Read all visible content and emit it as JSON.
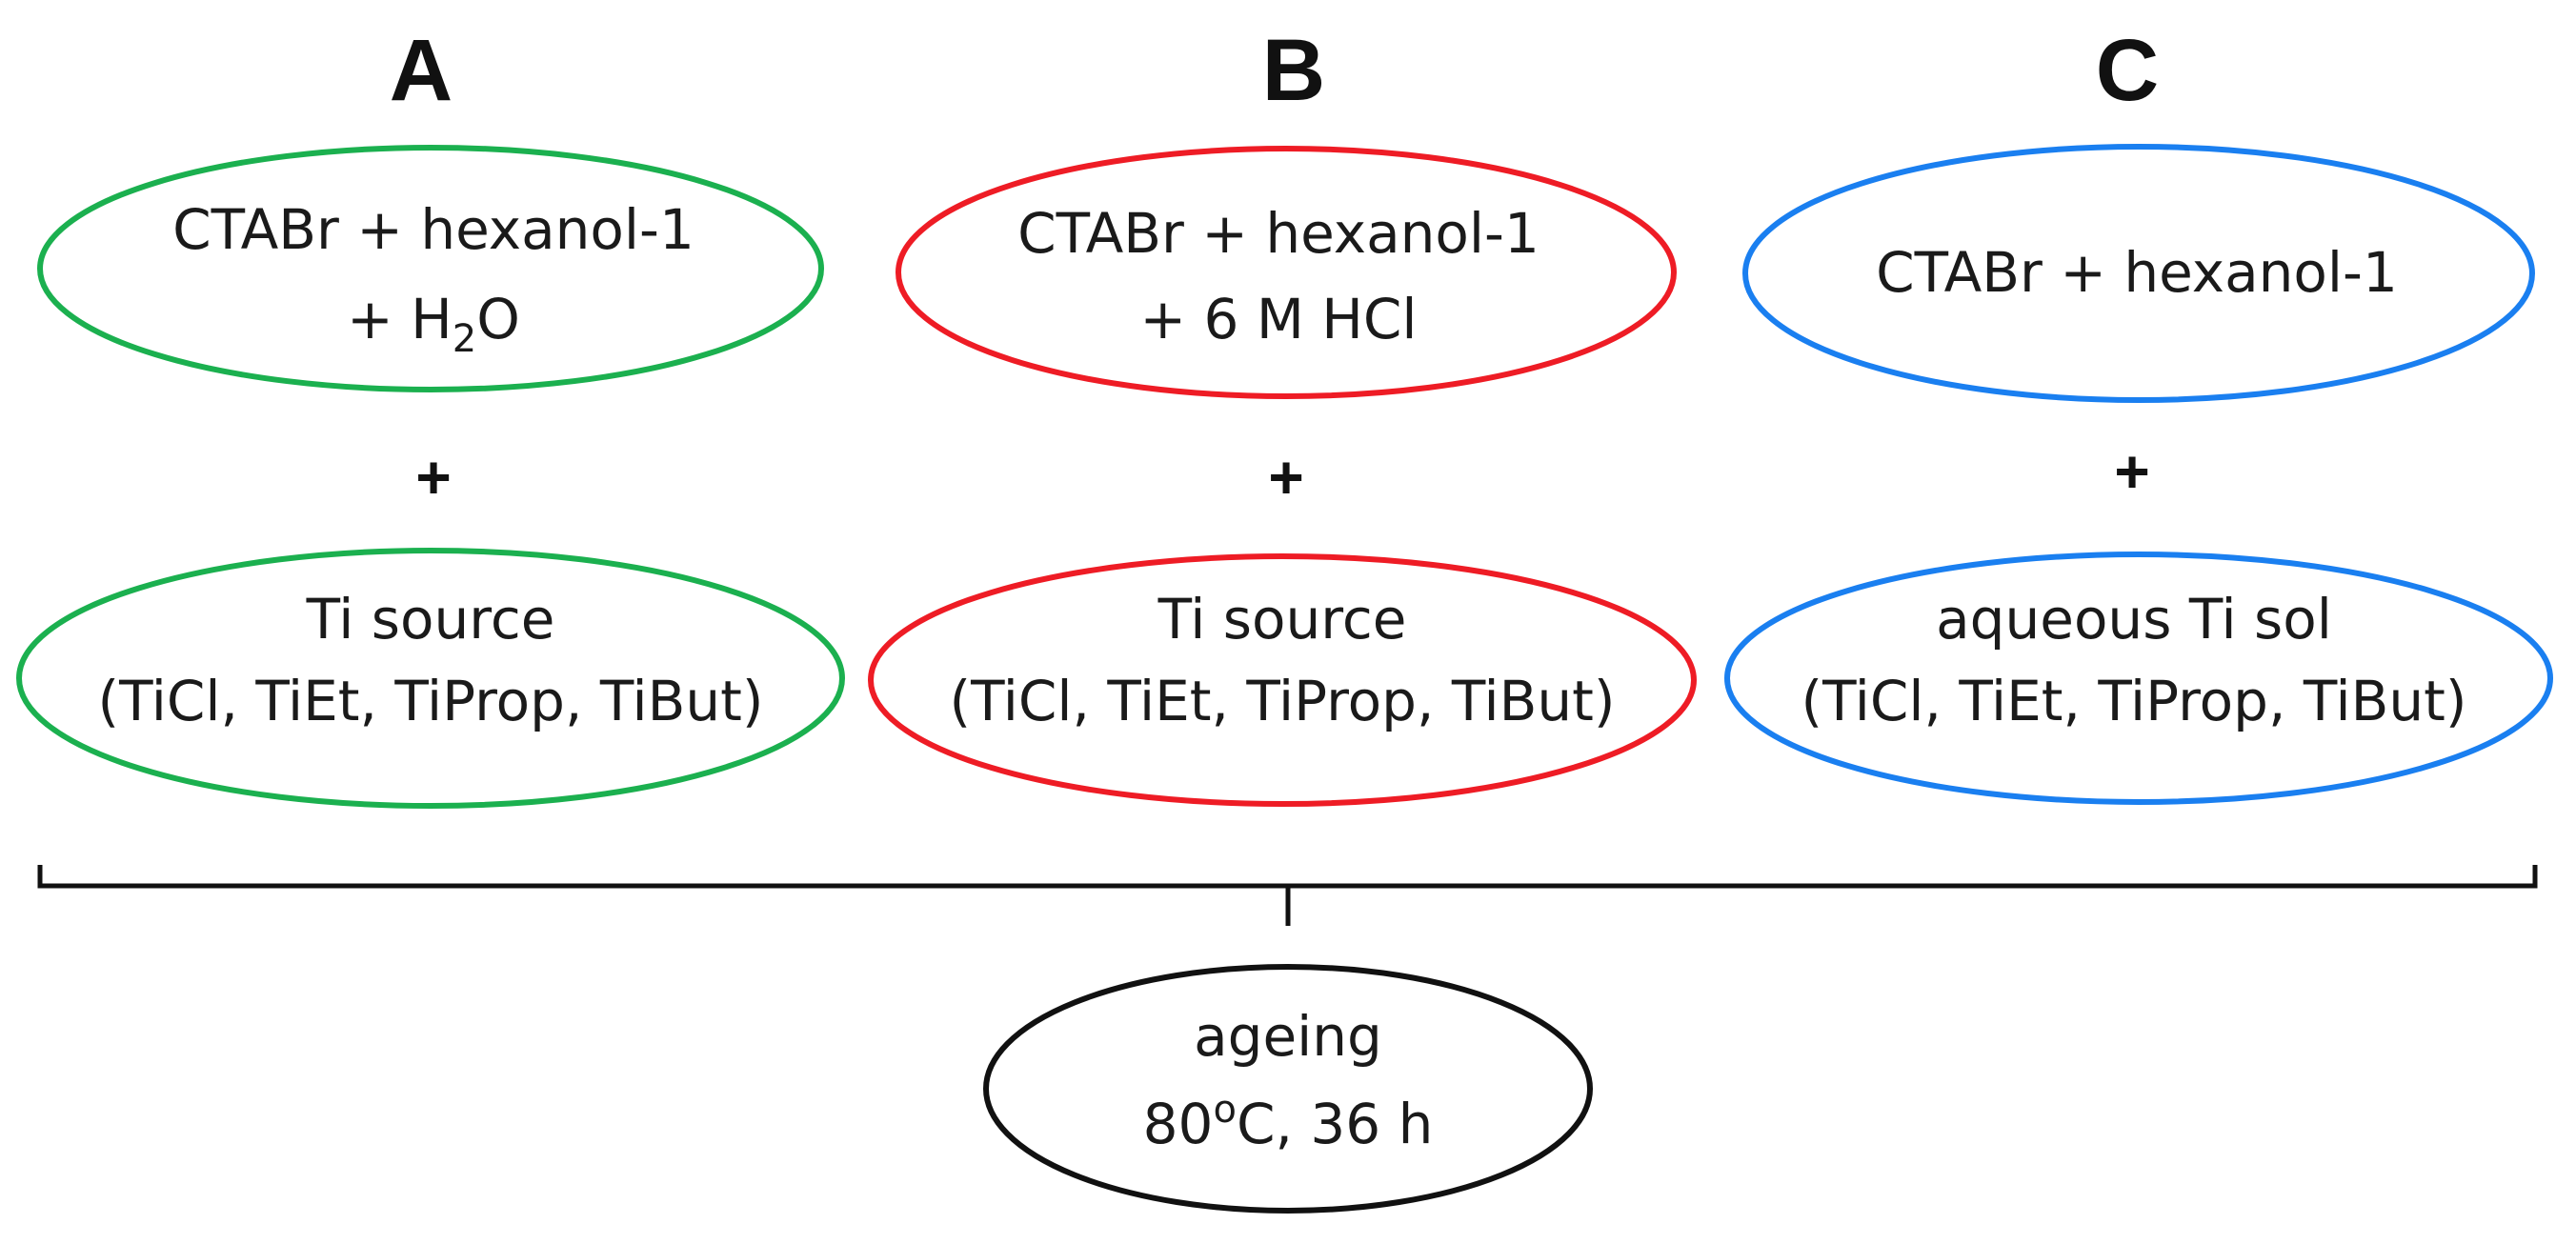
{
  "colors": {
    "column_a": "#1bb04f",
    "column_b": "#ee1c25",
    "column_c": "#1a7ff0",
    "ageing": "#111111"
  },
  "columns": [
    {
      "label": "A",
      "top_line_1": "CTABr + hexanol-1",
      "top_line_2_prefix": "+ H",
      "top_line_2_subscript": "2",
      "top_line_2_suffix": "O",
      "plus": "+",
      "bottom_line_1": "Ti source",
      "bottom_line_2": "(TiCl, TiEt, TiProp, TiBut)"
    },
    {
      "label": "B",
      "top_line_1": "CTABr + hexanol-1",
      "top_line_2": "+ 6 M HCl",
      "plus": "+",
      "bottom_line_1": "Ti source",
      "bottom_line_2": "(TiCl, TiEt, TiProp, TiBut)"
    },
    {
      "label": "C",
      "top_line_1": "CTABr + hexanol-1",
      "plus": "+",
      "bottom_line_1": "aqueous Ti sol",
      "bottom_line_2": "(TiCl, TiEt, TiProp, TiBut)"
    }
  ],
  "ageing": {
    "line_1": "ageing",
    "line_2_prefix": "80",
    "line_2_superscript": "o",
    "line_2_suffix": "C, 36 h"
  }
}
